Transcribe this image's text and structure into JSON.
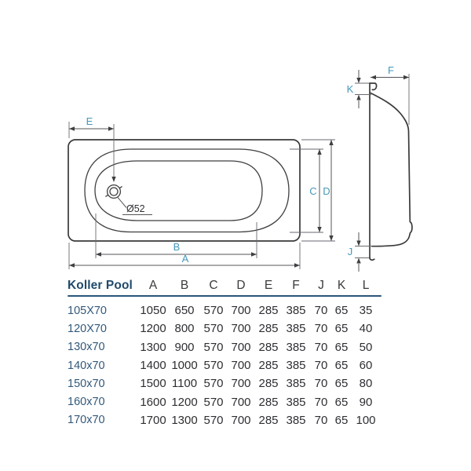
{
  "diagram": {
    "accent_color": "#4598b9",
    "line_color": "#3a3a3c",
    "plan": {
      "e_label": "E",
      "c_label": "C",
      "d_label": "D",
      "b_label": "B",
      "a_label": "A",
      "drain_label": "Ø52"
    },
    "side": {
      "f_label": "F",
      "k_label": "K",
      "j_label": "J"
    }
  },
  "table": {
    "title": "Koller Pool",
    "columns": [
      "A",
      "B",
      "C",
      "D",
      "E",
      "F",
      "J",
      "K",
      "L"
    ],
    "rows": [
      {
        "size": "105X70",
        "values": [
          "1050",
          "650",
          "570",
          "700",
          "285",
          "385",
          "70",
          "65",
          "35"
        ]
      },
      {
        "size": "120X70",
        "values": [
          "1200",
          "800",
          "570",
          "700",
          "285",
          "385",
          "70",
          "65",
          "40"
        ]
      },
      {
        "size": "130x70",
        "values": [
          "1300",
          "900",
          "570",
          "700",
          "285",
          "385",
          "70",
          "65",
          "50"
        ]
      },
      {
        "size": "140x70",
        "values": [
          "1400",
          "1000",
          "570",
          "700",
          "285",
          "385",
          "70",
          "65",
          "60"
        ]
      },
      {
        "size": "150x70",
        "values": [
          "1500",
          "1100",
          "570",
          "700",
          "285",
          "385",
          "70",
          "65",
          "80"
        ]
      },
      {
        "size": "160x70",
        "values": [
          "1600",
          "1200",
          "570",
          "700",
          "285",
          "385",
          "70",
          "65",
          "90"
        ]
      },
      {
        "size": "170x70",
        "values": [
          "1700",
          "1300",
          "570",
          "700",
          "285",
          "385",
          "70",
          "65",
          "100"
        ]
      }
    ]
  }
}
